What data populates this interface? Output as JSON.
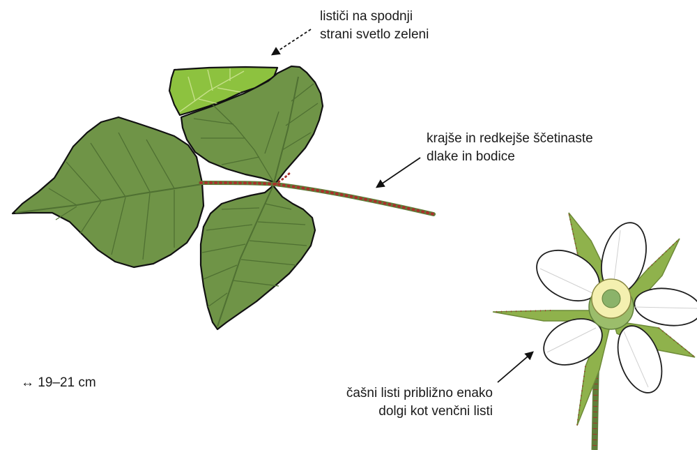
{
  "annotations": {
    "underside": {
      "line1": "lističi na spodnji",
      "line2": "strani svetlo zeleni"
    },
    "hairs": {
      "line1": "krajše in redkejše ščetinaste",
      "line2": "dlake in bodice"
    },
    "sepals": {
      "line1": "čašni listi približno enako",
      "line2": "dolgi kot venčni listi"
    }
  },
  "scale": {
    "text": "↔ 19–21 cm"
  },
  "colors": {
    "leaf": "#6f9447",
    "leaf_underside": "#8dc23f",
    "vein": "#4f7032",
    "stem": "#5f7e3a",
    "prickle": "#a8322c",
    "petal": "#ffffff",
    "sepal": "#8fb24c",
    "stamen": "#f4f0b0"
  }
}
